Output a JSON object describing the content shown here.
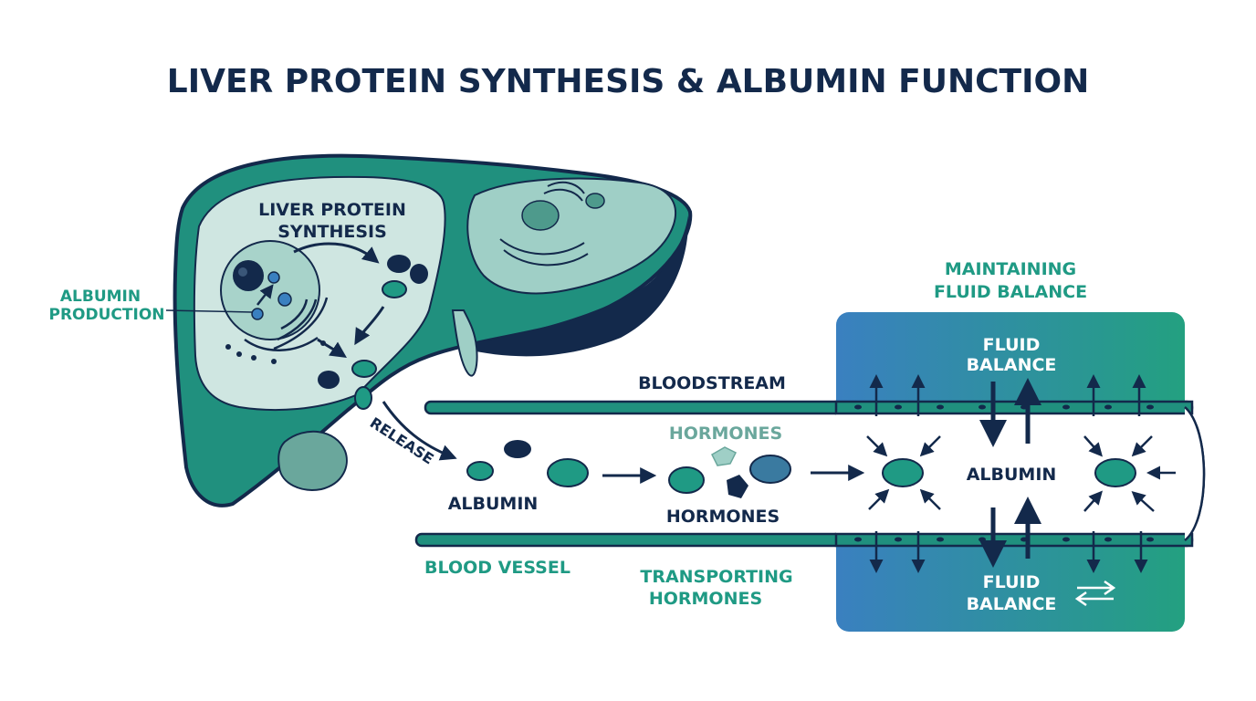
{
  "title": "LIVER PROTEIN SYNTHESIS & ALBUMIN FUNCTION",
  "labels": {
    "synthesis_line1": "LIVER PROTEIN",
    "synthesis_line2": "SYNTHESIS",
    "production_line1": "ALBUMIN",
    "production_line2": "PRODUCTION",
    "release": "RELEASE",
    "bloodstream": "BLOODSTREAM",
    "blood_vessel": "BLOOD VESSEL",
    "albumin_in_vessel": "ALBUMIN",
    "hormones_top": "HORMONES",
    "hormones_bottom": "HORMONES",
    "transporting_line1": "TRANSPORTING",
    "transporting_line2": "HORMONES",
    "maintaining_line1": "MAINTAINING",
    "maintaining_line2": "FLUID BALANCE",
    "fluid_top_line1": "FLUID",
    "fluid_top_line2": "BALANCE",
    "albumin_center": "ALBUMIN",
    "fluid_bottom_line1": "FLUID",
    "fluid_bottom_line2": "BALANCE"
  },
  "colors": {
    "navy": "#13294b",
    "teal": "#1f9a84",
    "teal_dark": "#157a69",
    "liver_light": "#cfe6e1",
    "panel_blue": "#3a80c0",
    "panel_green": "#23a080"
  }
}
